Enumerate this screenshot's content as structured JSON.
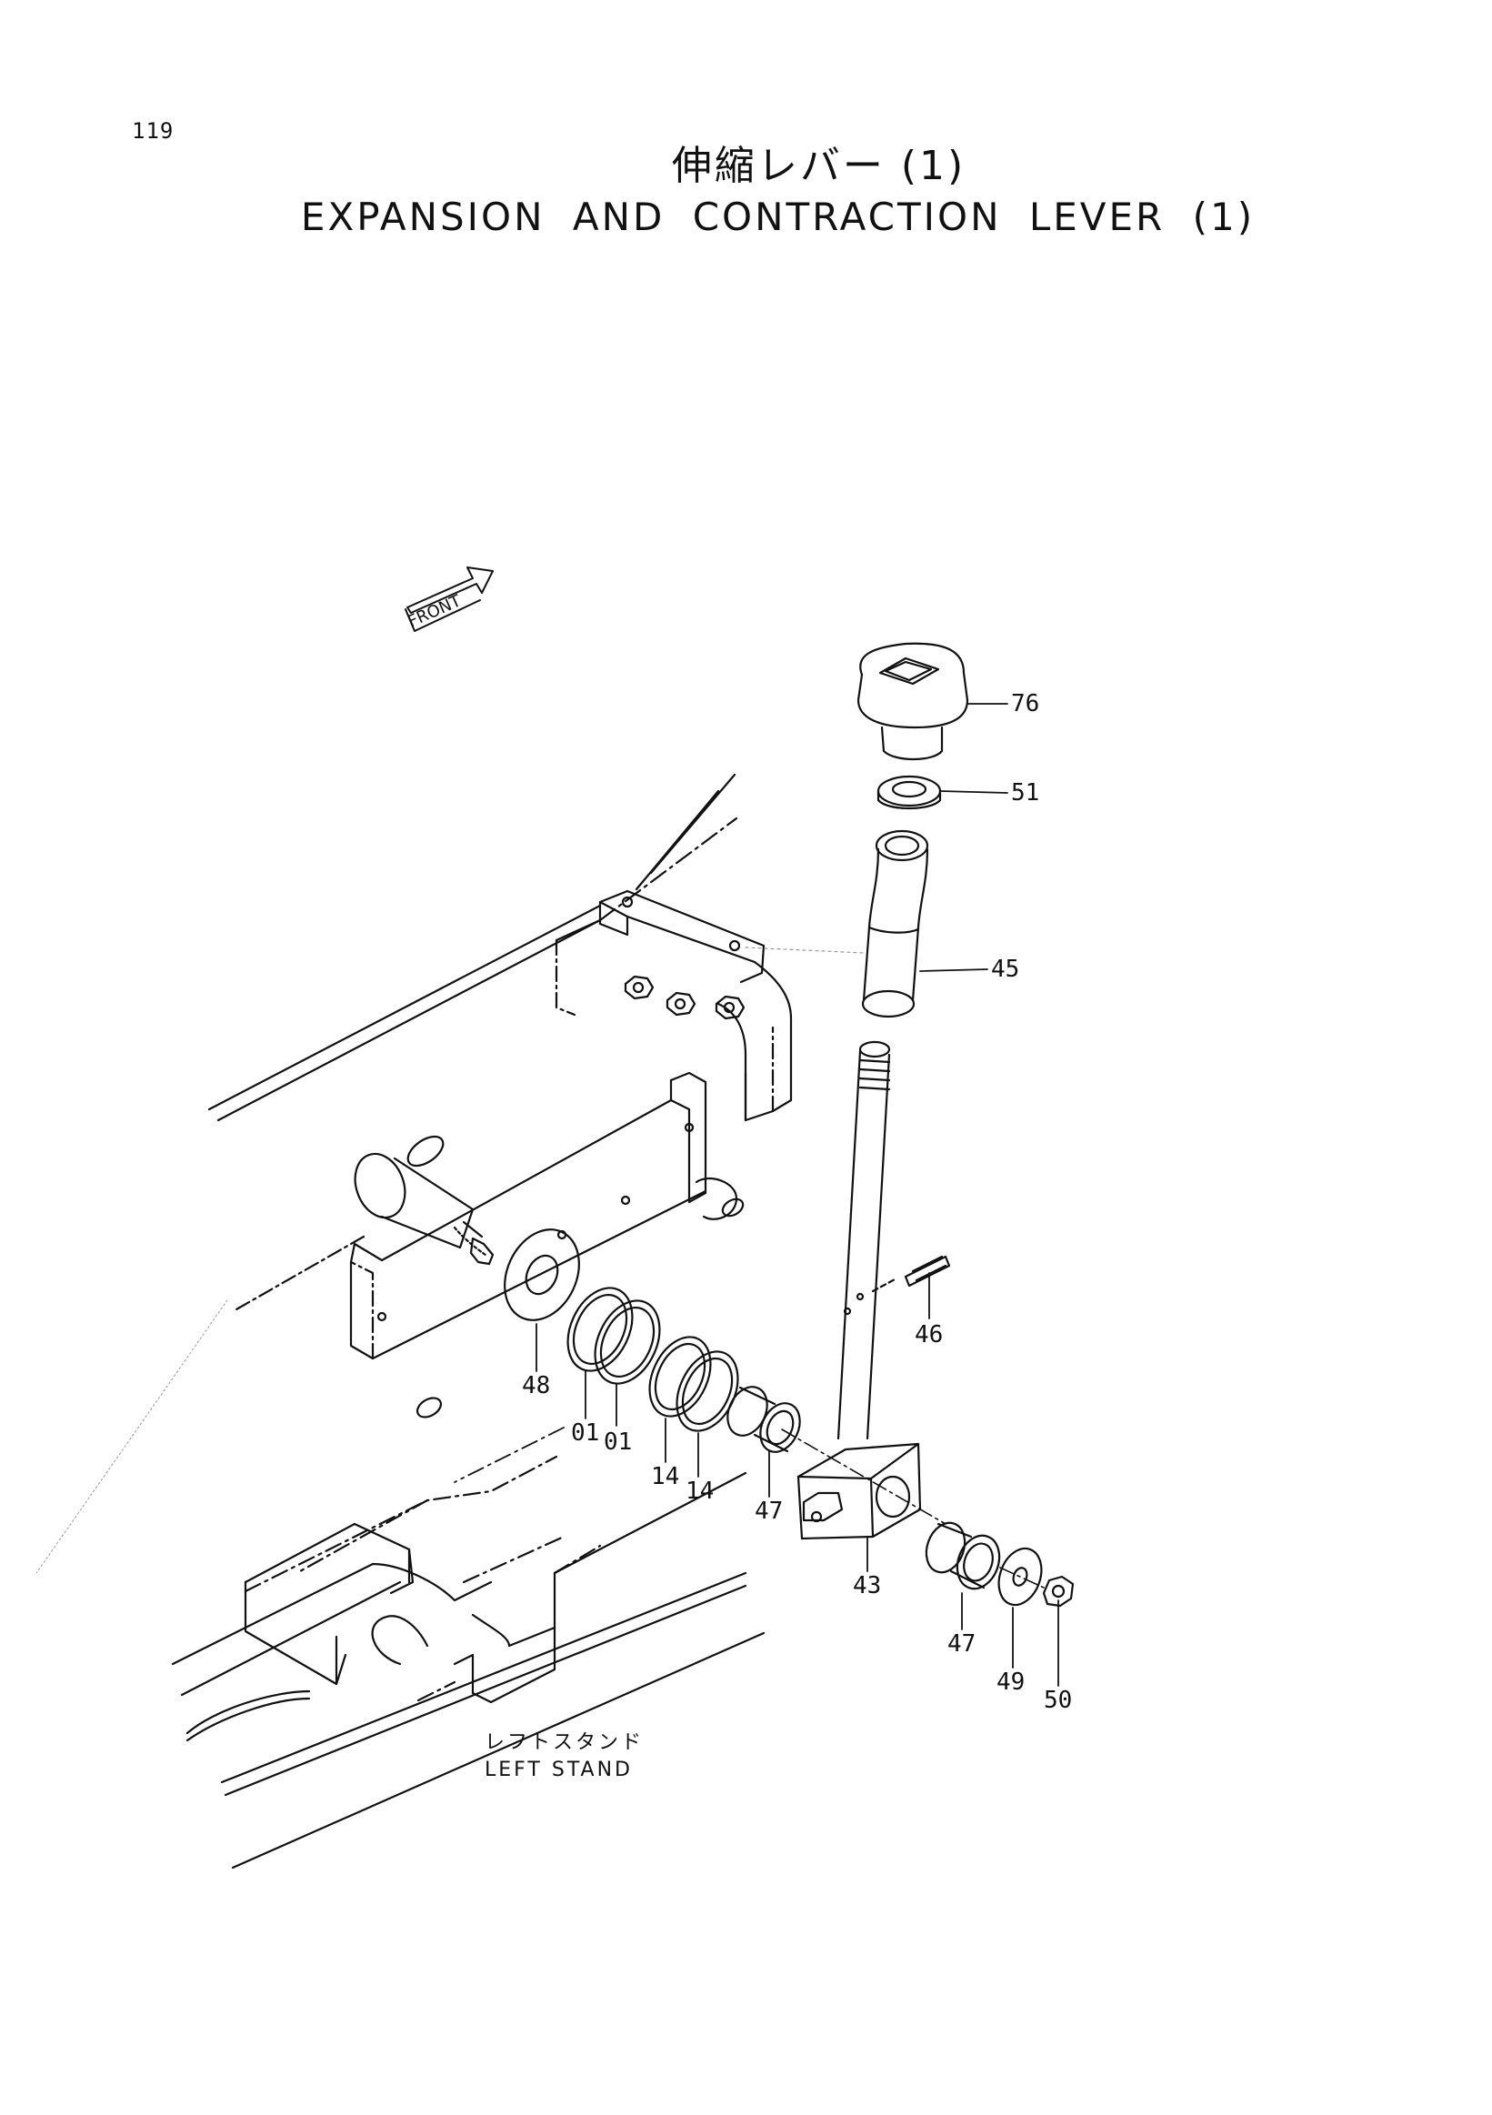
{
  "page_number": "119",
  "title": {
    "japanese": "伸縮レバー (1)",
    "english": "EXPANSION AND CONTRACTION LEVER (1)"
  },
  "front_arrow_label": "FRONT",
  "stand_label": {
    "japanese": "レフトスタンド",
    "english": "LEFT STAND"
  },
  "parts": {
    "p76": "76",
    "p51": "51",
    "p45": "45",
    "p46": "46",
    "p43": "43",
    "p48": "48",
    "p01a": "01",
    "p01b": "01",
    "p14a": "14",
    "p14b": "14",
    "p47a": "47",
    "p47b": "47",
    "p49": "49",
    "p50": "50"
  }
}
